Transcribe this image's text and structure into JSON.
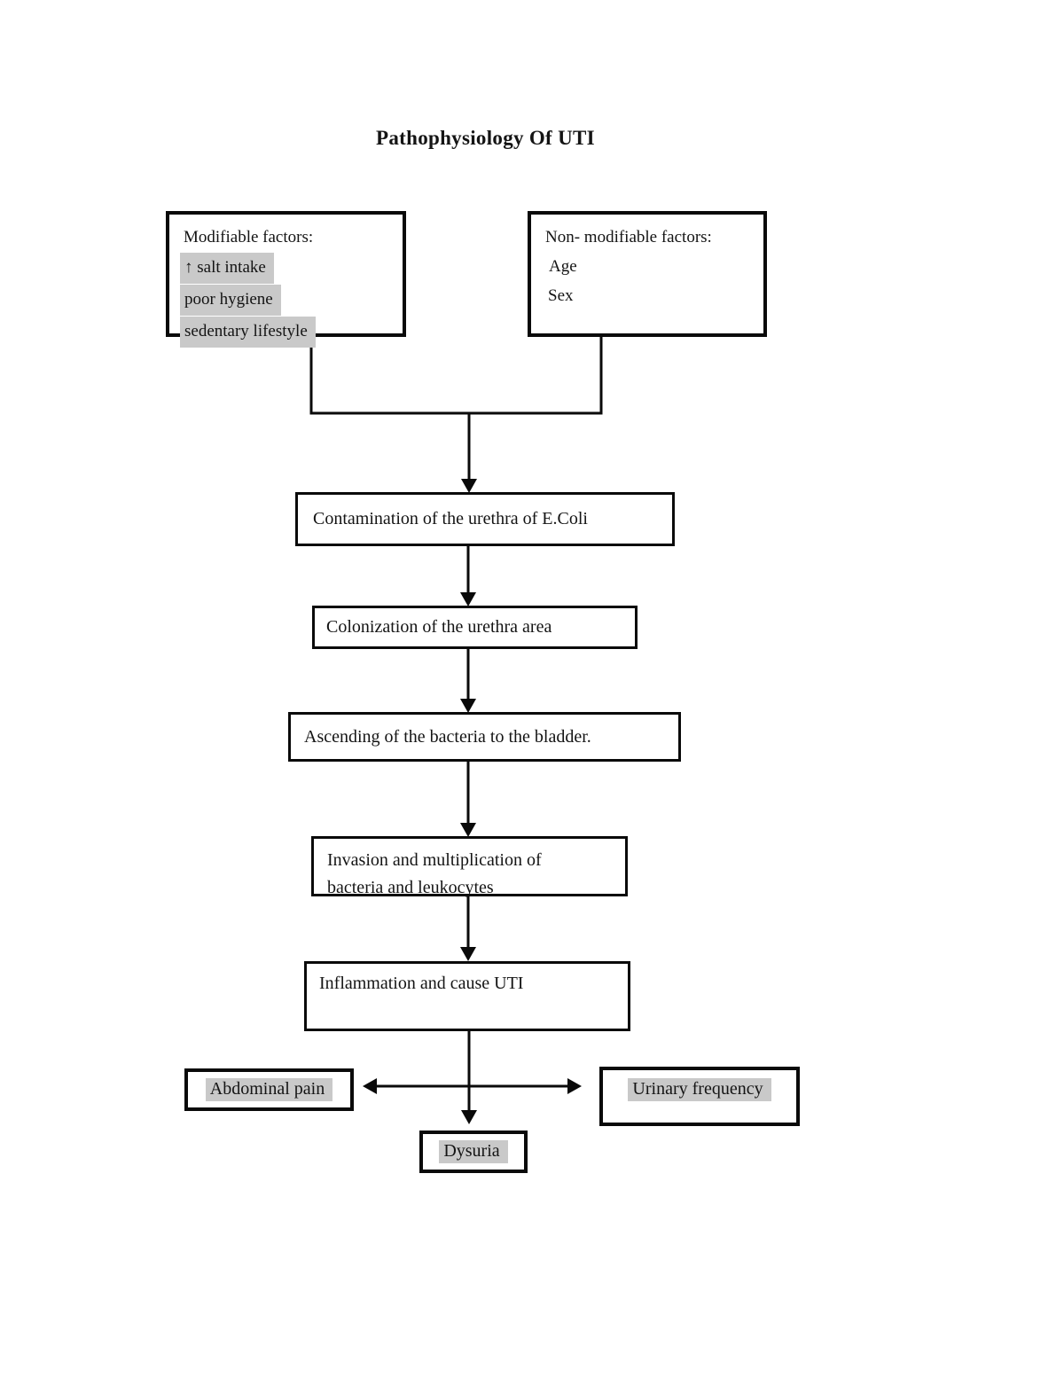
{
  "page": {
    "title": "Pathophysiology Of UTI",
    "background_color": "#ffffff",
    "line_color": "#0a0a0a",
    "highlight_color": "#c9c9c9"
  },
  "boxes": {
    "modifiable": {
      "heading": "Modifiable factors:",
      "items": [
        "↑ salt intake",
        "poor hygiene",
        "sedentary lifestyle"
      ]
    },
    "non_modifiable": {
      "heading": "Non- modifiable factors:",
      "items": [
        "Age",
        "Sex"
      ]
    },
    "contamination": {
      "label": "Contamination of the urethra of E.Coli"
    },
    "colonization": {
      "label": "Colonization of the urethra area"
    },
    "ascending": {
      "label": "Ascending of the bacteria to the bladder."
    },
    "invasion": {
      "lines": [
        "Invasion and multiplication of",
        "bacteria and leukocytes"
      ]
    },
    "inflammation": {
      "label": "Inflammation and cause UTI"
    },
    "abdominal_pain": {
      "label": "Abdominal pain"
    },
    "urinary_frequency": {
      "label": "Urinary frequency"
    },
    "dysuria": {
      "label": "Dysuria"
    }
  }
}
